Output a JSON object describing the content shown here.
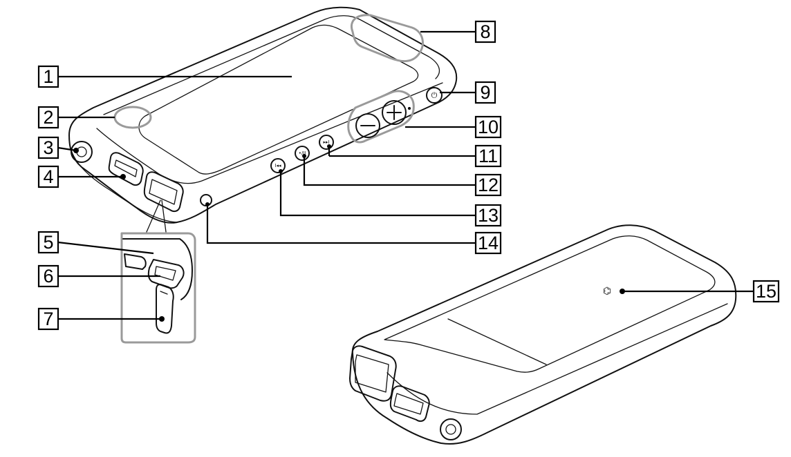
{
  "callouts": [
    {
      "num": "1"
    },
    {
      "num": "2"
    },
    {
      "num": "3"
    },
    {
      "num": "4"
    },
    {
      "num": "5"
    },
    {
      "num": "6"
    },
    {
      "num": "7"
    },
    {
      "num": "8"
    },
    {
      "num": "9"
    },
    {
      "num": "10"
    },
    {
      "num": "11"
    },
    {
      "num": "12"
    },
    {
      "num": "13"
    },
    {
      "num": "14"
    },
    {
      "num": "15"
    }
  ],
  "buttons": {
    "power_symbol": "⏻",
    "play_symbol": "•/II",
    "next_symbol": "▸▸I",
    "prev_symbol": "I◂◂"
  },
  "icons": {
    "nfc_mark": "nfc-icon"
  }
}
